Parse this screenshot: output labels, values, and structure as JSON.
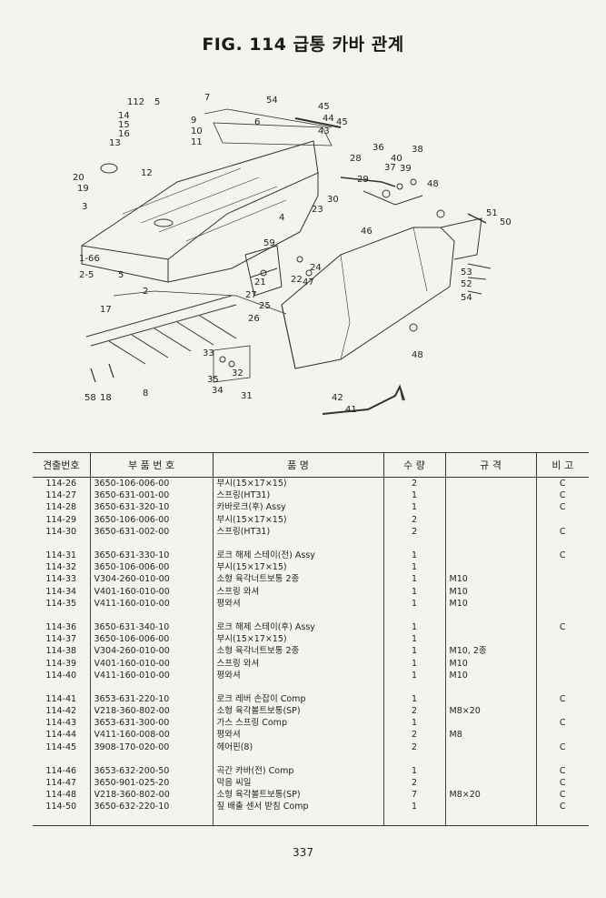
{
  "title": "FIG. 114 급통 카바 관계",
  "figure": {
    "callouts": [
      "112",
      "5",
      "7",
      "54",
      "45",
      "14",
      "15",
      "16",
      "9",
      "10",
      "11",
      "6",
      "44",
      "45",
      "43",
      "13",
      "36",
      "38",
      "12",
      "28",
      "40",
      "20",
      "19",
      "37",
      "39",
      "29",
      "48",
      "30",
      "23",
      "3",
      "51",
      "50",
      "4",
      "46",
      "1-66",
      "59",
      "24",
      "2-5",
      "5",
      "27",
      "21",
      "22",
      "47",
      "53",
      "52",
      "54",
      "17",
      "2",
      "25",
      "26",
      "33",
      "48",
      "35",
      "32",
      "34",
      "31",
      "42",
      "41",
      "58",
      "18",
      "8"
    ]
  },
  "table": {
    "headers": {
      "item": "견출번호",
      "part_no": "부 품 번 호",
      "name": "품 명",
      "qty": "수 량",
      "spec": "규 격",
      "note": "비 고"
    },
    "groups": [
      [
        {
          "item": "114-26",
          "part_no": "3650-106-006-00",
          "name": "부시(15×17×15)",
          "qty": "2",
          "spec": "",
          "note": "C"
        },
        {
          "item": "114-27",
          "part_no": "3650-631-001-00",
          "name": "스프링(HT31)",
          "qty": "1",
          "spec": "",
          "note": "C"
        },
        {
          "item": "114-28",
          "part_no": "3650-631-320-10",
          "name": "카바로크(후) Assy",
          "qty": "1",
          "spec": "",
          "note": "C"
        },
        {
          "item": "114-29",
          "part_no": "3650-106-006-00",
          "name": "부시(15×17×15)",
          "qty": "2",
          "spec": "",
          "note": ""
        },
        {
          "item": "114-30",
          "part_no": "3650-631-002-00",
          "name": "스프링(HT31)",
          "qty": "2",
          "spec": "",
          "note": "C"
        }
      ],
      [
        {
          "item": "114-31",
          "part_no": "3650-631-330-10",
          "name": "로크 해제 스테이(전) Assy",
          "qty": "1",
          "spec": "",
          "note": "C"
        },
        {
          "item": "114-32",
          "part_no": "3650-106-006-00",
          "name": "부시(15×17×15)",
          "qty": "1",
          "spec": "",
          "note": ""
        },
        {
          "item": "114-33",
          "part_no": "V304-260-010-00",
          "name": "소형 육각너트보통 2종",
          "qty": "1",
          "spec": "M10",
          "note": ""
        },
        {
          "item": "114-34",
          "part_no": "V401-160-010-00",
          "name": "스프링 와셔",
          "qty": "1",
          "spec": "M10",
          "note": ""
        },
        {
          "item": "114-35",
          "part_no": "V411-160-010-00",
          "name": "평와셔",
          "qty": "1",
          "spec": "M10",
          "note": ""
        }
      ],
      [
        {
          "item": "114-36",
          "part_no": "3650-631-340-10",
          "name": "로크 해제 스테이(후) Assy",
          "qty": "1",
          "spec": "",
          "note": "C"
        },
        {
          "item": "114-37",
          "part_no": "3650-106-006-00",
          "name": "부시(15×17×15)",
          "qty": "1",
          "spec": "",
          "note": ""
        },
        {
          "item": "114-38",
          "part_no": "V304-260-010-00",
          "name": "소형 육각너트보통 2종",
          "qty": "1",
          "spec": "M10, 2종",
          "note": ""
        },
        {
          "item": "114-39",
          "part_no": "V401-160-010-00",
          "name": "스프링 와셔",
          "qty": "1",
          "spec": "M10",
          "note": ""
        },
        {
          "item": "114-40",
          "part_no": "V411-160-010-00",
          "name": "평와셔",
          "qty": "1",
          "spec": "M10",
          "note": ""
        }
      ],
      [
        {
          "item": "114-41",
          "part_no": "3653-631-220-10",
          "name": "로크 레버 손잡이 Comp",
          "qty": "1",
          "spec": "",
          "note": "C"
        },
        {
          "item": "114-42",
          "part_no": "V218-360-802-00",
          "name": "소형 육각볼트보통(SP)",
          "qty": "2",
          "spec": "M8×20",
          "note": ""
        },
        {
          "item": "114-43",
          "part_no": "3653-631-300-00",
          "name": "가스 스프링 Comp",
          "qty": "1",
          "spec": "",
          "note": "C"
        },
        {
          "item": "114-44",
          "part_no": "V411-160-008-00",
          "name": "평와셔",
          "qty": "2",
          "spec": "M8",
          "note": ""
        },
        {
          "item": "114-45",
          "part_no": "3908-170-020-00",
          "name": "헤어핀(8)",
          "qty": "2",
          "spec": "",
          "note": "C"
        }
      ],
      [
        {
          "item": "114-46",
          "part_no": "3653-632-200-50",
          "name": "곡간 카바(전) Comp",
          "qty": "1",
          "spec": "",
          "note": "C"
        },
        {
          "item": "114-47",
          "part_no": "3650-901-025-20",
          "name": "막음 씨일",
          "qty": "2",
          "spec": "",
          "note": "C"
        },
        {
          "item": "114-48",
          "part_no": "V218-360-802-00",
          "name": "소형 육각볼트보통(SP)",
          "qty": "7",
          "spec": "M8×20",
          "note": "C"
        },
        {
          "item": "114-50",
          "part_no": "3650-632-220-10",
          "name": "짚 배출 센서 받침 Comp",
          "qty": "1",
          "spec": "",
          "note": "C"
        }
      ]
    ]
  },
  "page_number": "337"
}
